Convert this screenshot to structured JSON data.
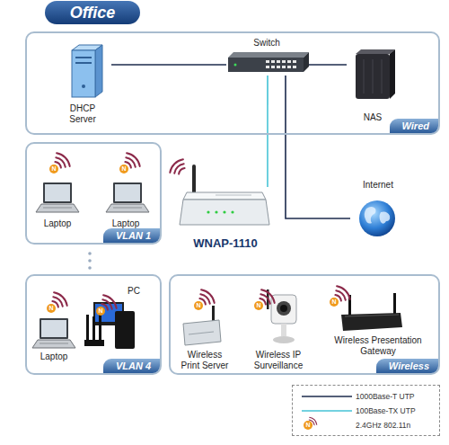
{
  "diagram": {
    "title": "Office",
    "nodes": [
      {
        "text": [
          "Wired"
        ]
      },
      {
        "text": [
          "DHCP Server"
        ],
        "in": 0
      },
      {
        "text": [
          "Switch"
        ],
        "in": 0
      },
      {
        "text": [
          "NAS"
        ],
        "in": 0
      },
      {
        "text": [
          "VLAN 1"
        ]
      },
      {
        "text": [
          "Laptop"
        ],
        "in": 4
      },
      {
        "text": [
          "Laptop"
        ],
        "in": 4
      },
      {
        "text": [
          "WNAP-1110"
        ]
      },
      {
        "text": [
          "Internet"
        ]
      },
      {
        "text": [
          "VLAN 4"
        ]
      },
      {
        "text": [
          "Laptop"
        ],
        "in": 9
      },
      {
        "text": [
          "PC"
        ],
        "in": 9
      },
      {
        "text": [
          "Wireless"
        ]
      },
      {
        "text": [
          "Wireless Print Server"
        ],
        "in": 12
      },
      {
        "text": [
          "Wireless IP Surveillance"
        ],
        "in": 12
      },
      {
        "text": [
          "Wireless Presentation Gateway"
        ],
        "in": 12
      }
    ],
    "edges": [
      {
        "from": 1,
        "to": 2,
        "arrow": "none"
      },
      {
        "from": 2,
        "to": 3,
        "arrow": "none"
      },
      {
        "from": 2,
        "to": 7,
        "arrow": "none"
      },
      {
        "from": 2,
        "to": 8,
        "arrow": "none"
      }
    ],
    "labels": [
      "N",
      "N",
      "N",
      "N",
      "N",
      "N",
      "N",
      "N"
    ],
    "legend": [
      {
        "text": "1000Base-T UTP"
      },
      {
        "text": "100Base-TX UTP"
      },
      {
        "text": "2.4GHz 802.11n"
      }
    ]
  }
}
